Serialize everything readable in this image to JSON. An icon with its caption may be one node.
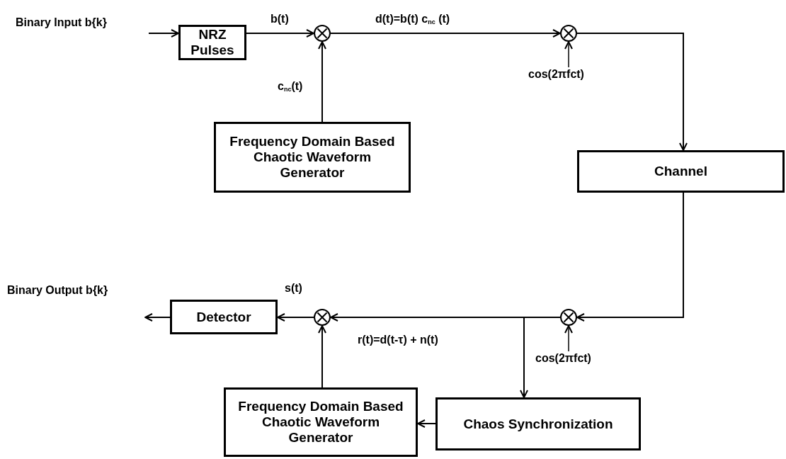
{
  "diagram": {
    "nodes": [
      {
        "text": [
          "NRZ Pulses"
        ]
      },
      {
        "text": [],
        "shape": "circle"
      },
      {
        "text": [
          "Frequency Domain Based Chaotic Waveform Generator"
        ]
      },
      {
        "text": [],
        "shape": "circle"
      },
      {
        "text": [
          "Channel"
        ]
      },
      {
        "text": [],
        "shape": "circle"
      },
      {
        "text": [
          "Chaos Synchronization"
        ]
      },
      {
        "text": [
          "Frequency Domain Based Chaotic Waveform Generator"
        ]
      },
      {
        "text": [],
        "shape": "circle"
      },
      {
        "text": [
          "Detector"
        ]
      }
    ],
    "edges": [
      {
        "from": null,
        "to": 0,
        "arrow": "to",
        "label": "Binary Input b{k}"
      },
      {
        "from": 0,
        "to": 1,
        "arrow": "to",
        "label": "b(t)"
      },
      {
        "from": 2,
        "to": 1,
        "arrow": "to",
        "label": "c$_{nc}$(t)"
      },
      {
        "from": 1,
        "to": 3,
        "arrow": "to",
        "label": "d(t)=b(t) c$_{nc}$ (t)"
      },
      {
        "from": null,
        "to": 3,
        "arrow": "to",
        "label": "cos(2πfct)"
      },
      {
        "from": 3,
        "to": 4,
        "arrow": "to"
      },
      {
        "from": 4,
        "to": 5,
        "arrow": "to"
      },
      {
        "from": null,
        "to": 5,
        "arrow": "to",
        "label": "cos(2πfct)"
      },
      {
        "from": 5,
        "to": 8,
        "arrow": "to",
        "label": "r(t)=d(t-τ) + n(t)"
      },
      {
        "from": 5,
        "to": 6,
        "arrow": "to"
      },
      {
        "from": 6,
        "to": 7,
        "arrow": "to"
      },
      {
        "from": 7,
        "to": 8,
        "arrow": "to"
      },
      {
        "from": 8,
        "to": 9,
        "arrow": "to",
        "label": "s(t)"
      },
      {
        "from": 9,
        "to": null,
        "arrow": "to",
        "label": "Binary Output b{k}"
      }
    ]
  }
}
